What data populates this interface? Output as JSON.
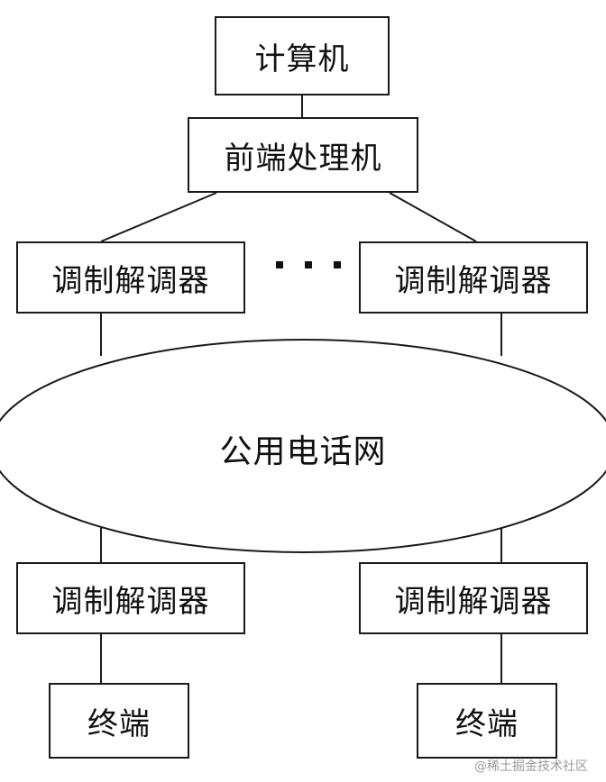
{
  "nodes": {
    "computer": "计算机",
    "front_end_processor": "前端处理机",
    "modem_top_left": "调制解调器",
    "modem_top_right": "调制解调器",
    "network": "公用电话网",
    "modem_bottom_left": "调制解调器",
    "modem_bottom_right": "调制解调器",
    "terminal_left": "终端",
    "terminal_right": "终端"
  },
  "ellipsis": "· · ·",
  "watermark": "@稀土掘金技术社区",
  "colors": {
    "line": "#1a1a1a",
    "background": "#ffffff",
    "watermark": "#9a9a9a"
  }
}
